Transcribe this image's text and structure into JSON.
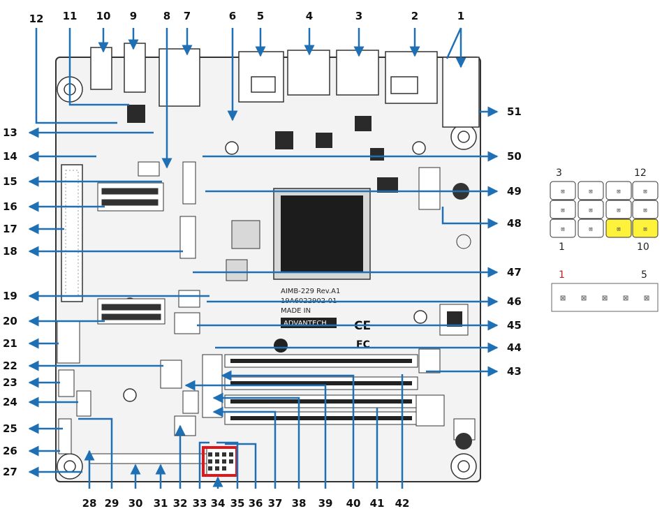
{
  "board": {
    "chip_text": {
      "line1": "AIMB-229 Rev.A1",
      "line2": "19A6022902-01",
      "line3": "MADE IN",
      "brand": "ADVANTECH",
      "ce": "CE",
      "fcc": "FC"
    }
  },
  "callouts": {
    "top": [
      "1",
      "2",
      "3",
      "4",
      "5",
      "6",
      "7",
      "8",
      "9",
      "10",
      "11",
      "12"
    ],
    "left": [
      "13",
      "14",
      "15",
      "16",
      "17",
      "18",
      "19",
      "20",
      "21",
      "22",
      "23",
      "24",
      "25",
      "26",
      "27"
    ],
    "bottom": [
      "28",
      "29",
      "30",
      "31",
      "32",
      "33",
      "34",
      "35",
      "36",
      "37",
      "38",
      "39",
      "40",
      "41",
      "42"
    ],
    "right": [
      "43",
      "44",
      "45",
      "46",
      "47",
      "48",
      "49",
      "50",
      "51"
    ]
  },
  "pinout_12": {
    "top_left": "3",
    "top_right": "12",
    "bottom_left": "1",
    "bottom_right": "10",
    "highlight_color": "#fff23a"
  },
  "pinout_5": {
    "left": "1",
    "right": "5",
    "left_color": "#b3261e"
  },
  "colors": {
    "callout": "#1f6fb5",
    "board_fill": "#f2f2f2",
    "board_stroke": "#333333",
    "highlight_box": "#e0161b"
  },
  "icons": [
    "pin-marker-icon"
  ]
}
